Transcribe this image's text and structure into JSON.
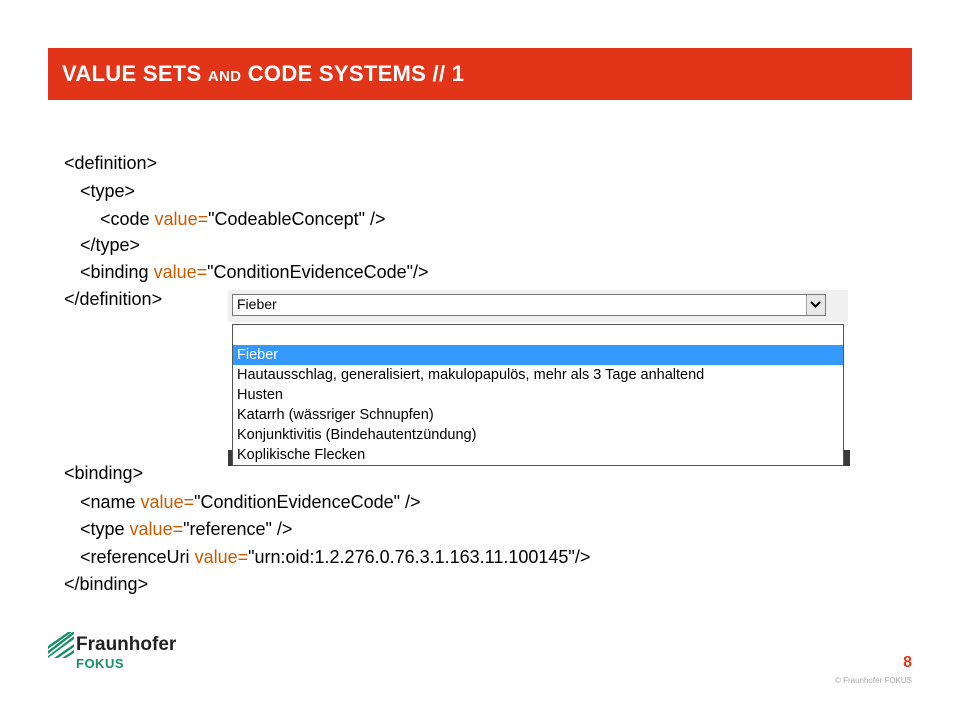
{
  "slide": {
    "title_part1": "VALUE SETS ",
    "title_part2": "AND",
    "title_part3": " CODE SYSTEMS // 1",
    "page_number": "8",
    "copyright": "© Fraunhofer FOKUS"
  },
  "definition_block": {
    "open_tag": "<definition>",
    "type_open": "<type>",
    "code_tag_start": "<code ",
    "code_attr": "value=",
    "code_value": "\"CodeableConcept\" />",
    "type_close": "</type>",
    "binding_tag_start": "<binding ",
    "binding_attr": "value=",
    "binding_value": "\"ConditionEvidenceCode\"/>",
    "close_tag": "</definition>"
  },
  "dropdown": {
    "selected": "Fieber",
    "options": [
      "Fieber",
      "Hautausschlag, generalisiert, makulopapulös, mehr als 3 Tage anhaltend",
      "Husten",
      "Katarrh (wässriger Schnupfen)",
      "Konjunktivitis (Bindehautentzündung)",
      "Koplikische Flecken"
    ],
    "highlight_color": "#3399ff"
  },
  "binding_block": {
    "open_tag": "<binding>",
    "name_start": "<name ",
    "name_attr": "value=",
    "name_value": "\"ConditionEvidenceCode\" />",
    "type_start": "<type ",
    "type_attr": "value=",
    "type_value": "\"reference\" />",
    "ref_start": "<referenceUri ",
    "ref_attr": "value=",
    "ref_value": "\"urn:oid:1.2.276.0.76.3.1.163.11.100145\"/>",
    "close_tag": "</binding>"
  },
  "logo": {
    "name": "Fraunhofer",
    "sub": "FOKUS"
  },
  "colors": {
    "accent": "#e23418",
    "attribute": "#cc5a00",
    "logo_green": "#1a8f6a"
  }
}
